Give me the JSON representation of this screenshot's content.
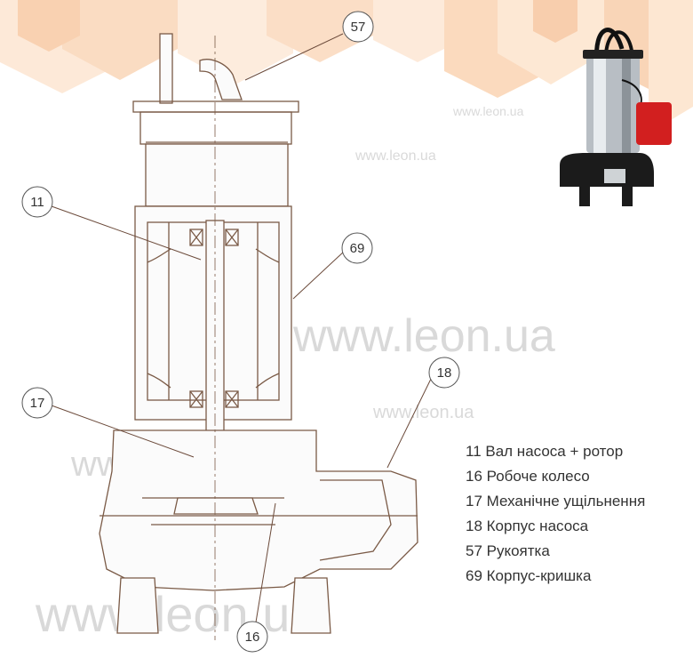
{
  "callouts": [
    {
      "id": "57",
      "label": "57"
    },
    {
      "id": "11",
      "label": "11"
    },
    {
      "id": "69",
      "label": "69"
    },
    {
      "id": "18",
      "label": "18"
    },
    {
      "id": "17",
      "label": "17"
    },
    {
      "id": "16",
      "label": "16"
    }
  ],
  "legend": [
    "11 Вал насоса + ротор",
    "16 Робоче колесо",
    "17 Механічне ущільнення",
    "18 Корпус насоса",
    "57 Рукоятка",
    "69 Корпус-кришка"
  ],
  "watermark": "www.leon.ua",
  "colors": {
    "line": "#7a5a46",
    "leader": "#6b4a3a",
    "banner_light": "#fde7d4",
    "banner_mid": "#f9cfae",
    "legend_text": "#333333"
  }
}
